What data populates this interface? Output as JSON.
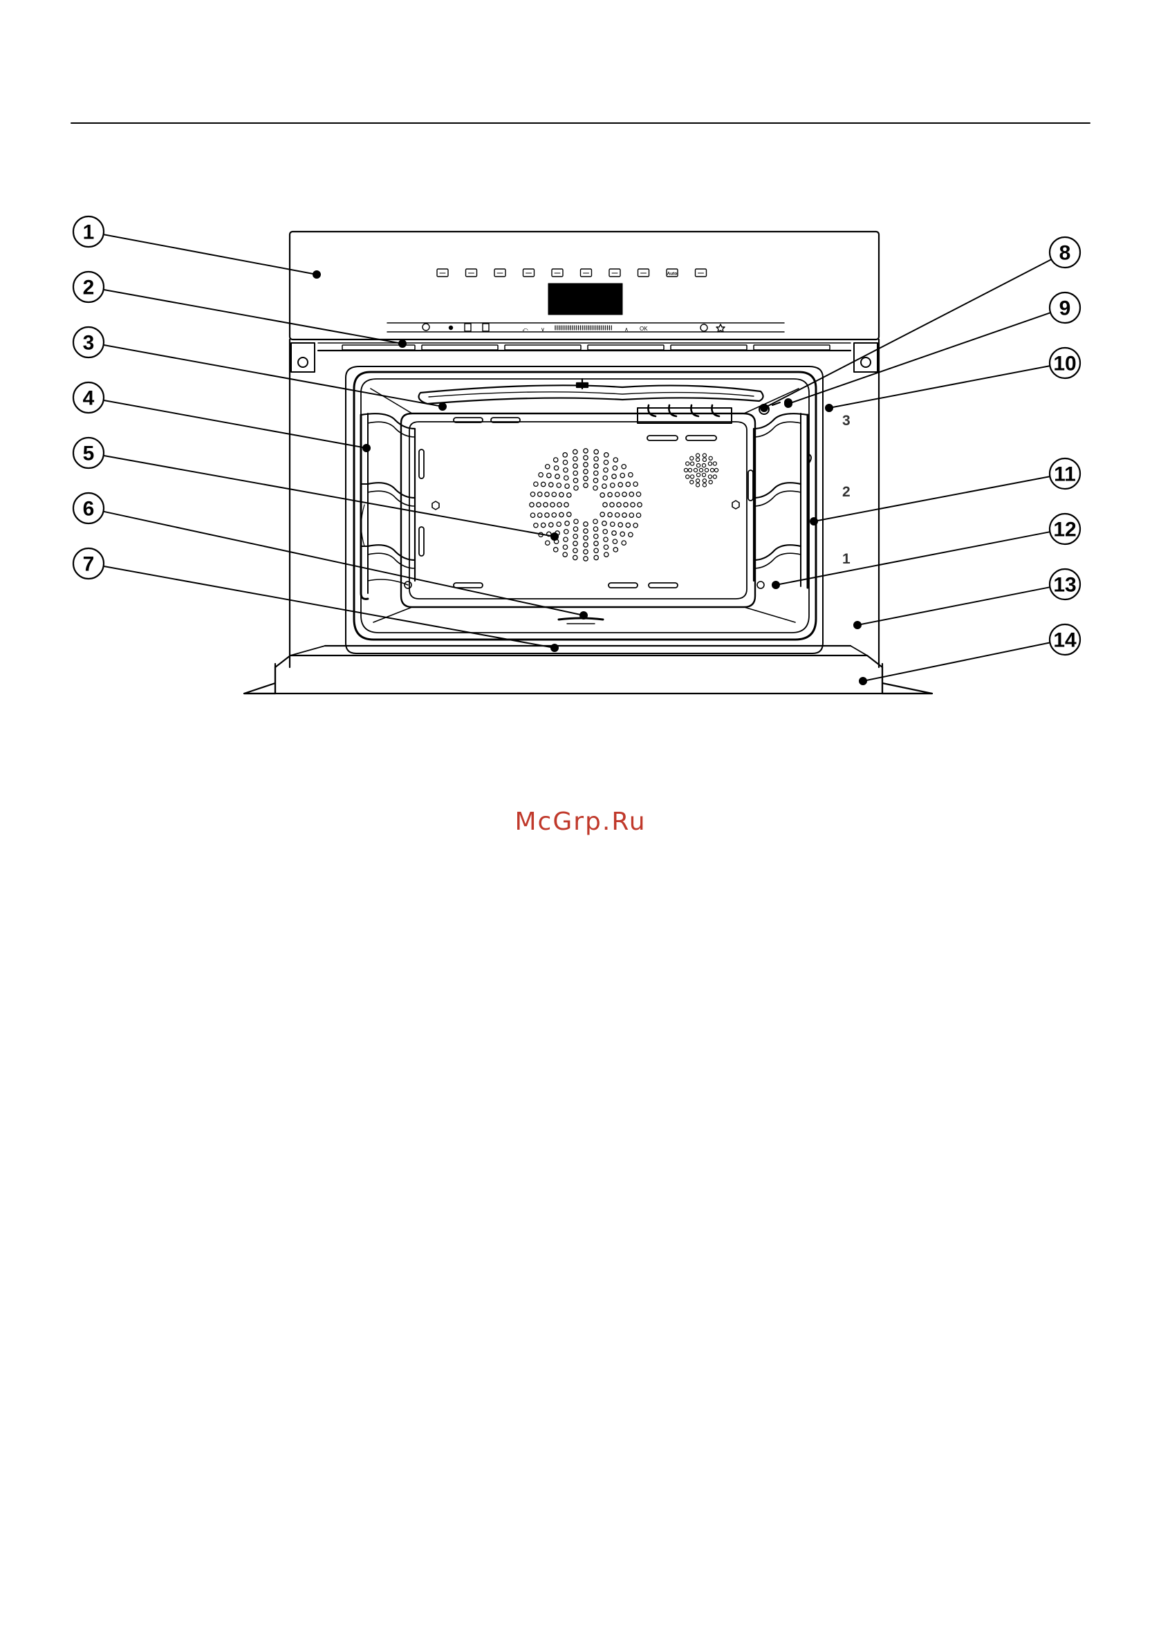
{
  "colors": {
    "line": "#000000",
    "watermark": "#c0392b"
  },
  "control_panel": {
    "buttons": [
      {
        "icon": "steam-icon",
        "label": ""
      },
      {
        "icon": "fan-icon",
        "label": ""
      },
      {
        "icon": "mode-icon",
        "label": ""
      },
      {
        "icon": "combination-icon",
        "label": ""
      },
      {
        "icon": "temperature-icon",
        "label": ""
      },
      {
        "icon": "grill-icon",
        "label": ""
      },
      {
        "icon": "defrost-icon",
        "label": ""
      },
      {
        "icon": "recipe-icon",
        "label": ""
      },
      {
        "icon": "auto-icon",
        "label": "Auto"
      },
      {
        "icon": "program-icon",
        "label": ""
      }
    ],
    "controls": {
      "back": "⤺",
      "down": "∨",
      "up": "∧",
      "ok": "OK"
    }
  },
  "shelf_levels": [
    "3",
    "2",
    "1"
  ],
  "callouts": [
    "1",
    "2",
    "3",
    "4",
    "5",
    "6",
    "7",
    "8",
    "9",
    "10",
    "11",
    "12",
    "13",
    "14"
  ],
  "watermark": "McGrp.Ru"
}
